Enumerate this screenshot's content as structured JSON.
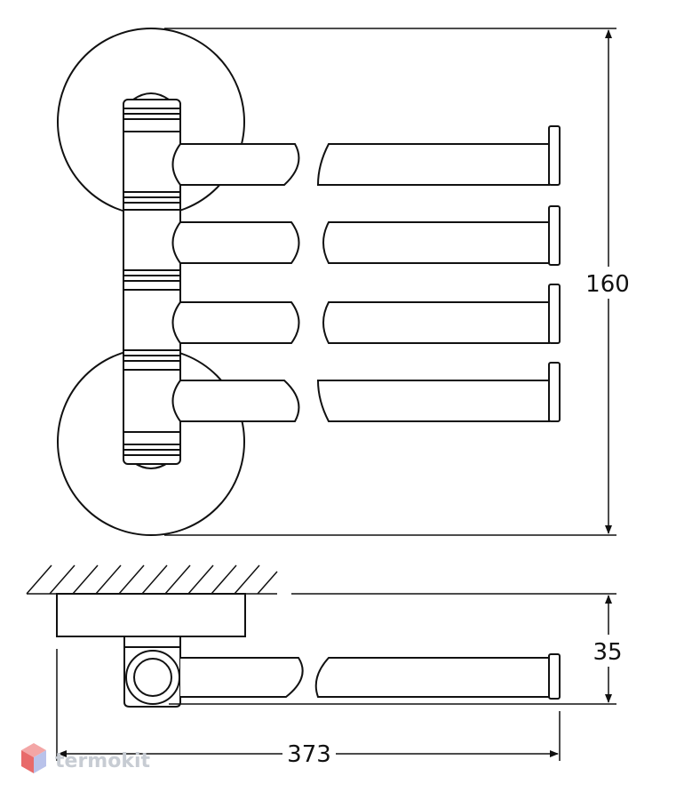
{
  "dimensions": {
    "height": "160",
    "depth": "35",
    "width": "373"
  },
  "watermark": {
    "brand": "termokit",
    "logo_icon": "hexagon-cube-logo-icon",
    "logo_colors": [
      "#f3a6a6",
      "#e86a6a",
      "#b9c2ea"
    ]
  },
  "colors": {
    "line": "#111111",
    "watermark_text": "#c7ccd3"
  }
}
